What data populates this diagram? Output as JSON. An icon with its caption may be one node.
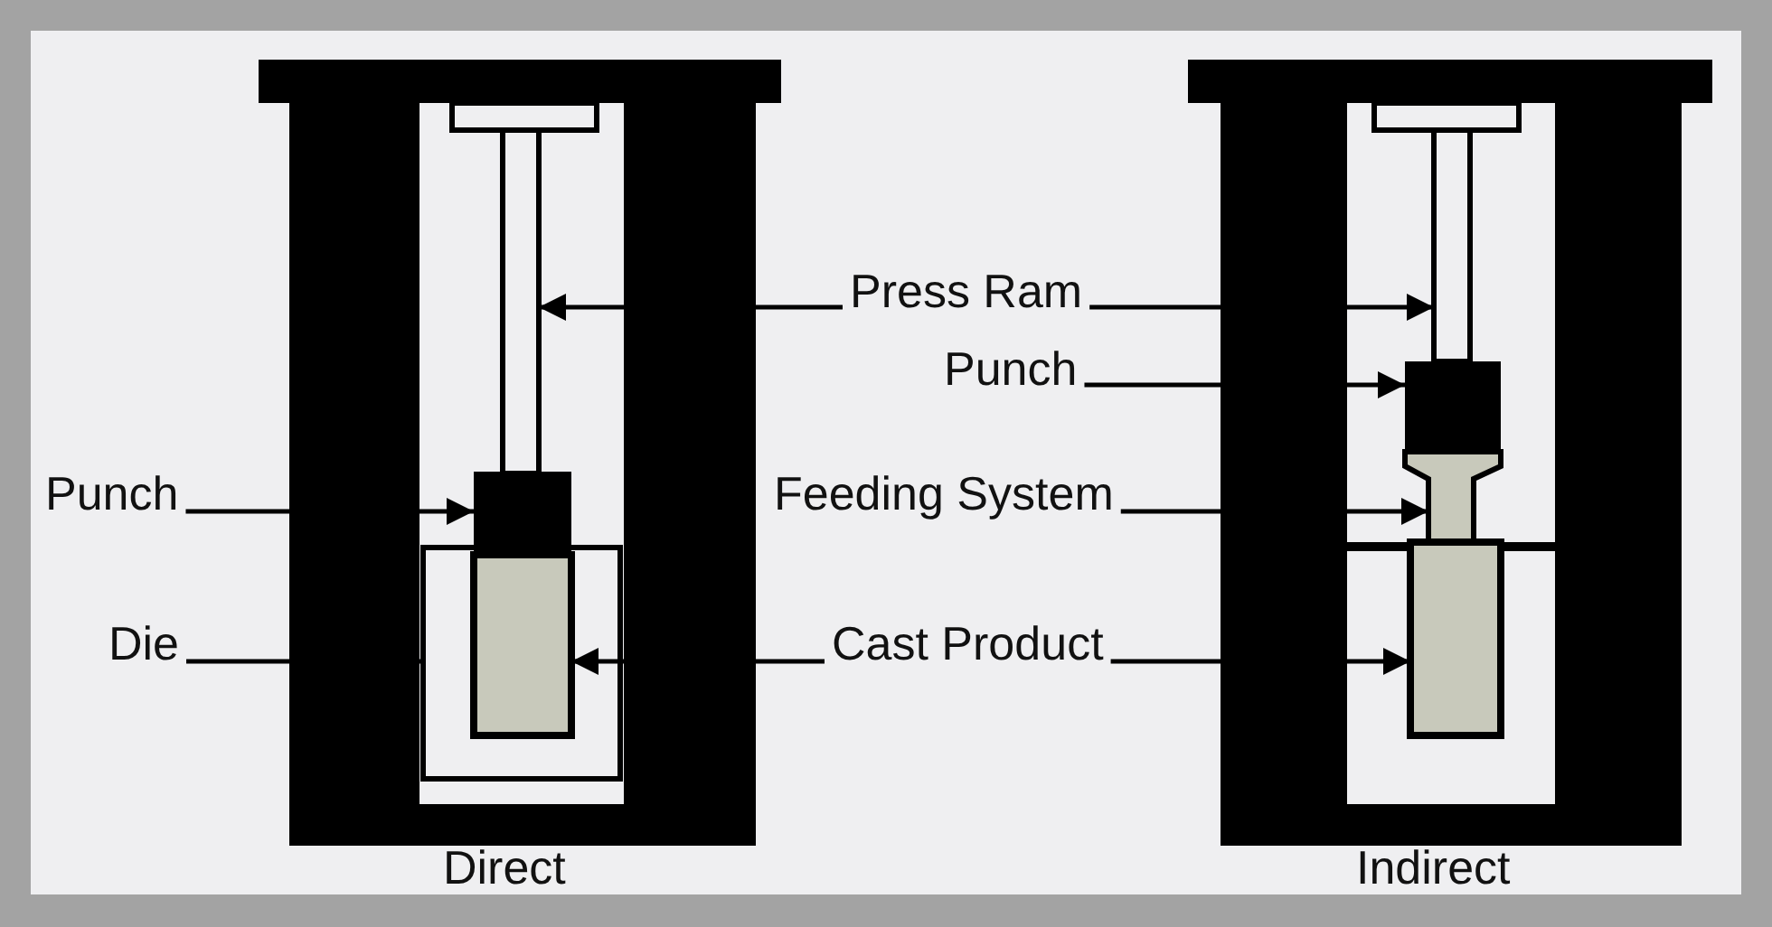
{
  "diagram": {
    "nodes": [
      {
        "text": [
          "Press Ram"
        ]
      },
      {
        "text": [
          "Punch"
        ]
      },
      {
        "text": [
          "Die"
        ]
      },
      {
        "text": [
          "Cast Product"
        ]
      },
      {
        "text": [
          "Punch"
        ]
      },
      {
        "text": [
          "Feeding System"
        ]
      },
      {
        "text": [],
        "shape": "box"
      },
      {
        "text": [],
        "shape": "box"
      },
      {
        "text": [],
        "shape": "box"
      },
      {
        "text": [],
        "shape": "box",
        "in": 8
      },
      {
        "text": [],
        "shape": "box"
      },
      {
        "text": [],
        "shape": "box"
      },
      {
        "text": [],
        "shape": "box"
      },
      {
        "text": [],
        "shape": "box"
      }
    ],
    "edges": [
      {
        "from": 0,
        "to": 6,
        "arrow": "to"
      },
      {
        "from": 0,
        "to": 10,
        "arrow": "to"
      },
      {
        "from": 1,
        "to": 7,
        "arrow": "to"
      },
      {
        "from": 2,
        "to": 8,
        "arrow": "to"
      },
      {
        "from": 3,
        "to": 9,
        "arrow": "to"
      },
      {
        "from": 3,
        "to": 13,
        "arrow": "to"
      },
      {
        "from": 4,
        "to": 11,
        "arrow": "to"
      },
      {
        "from": 5,
        "to": 12,
        "arrow": "to"
      }
    ],
    "labels": [
      "Direct",
      "Indirect"
    ]
  }
}
